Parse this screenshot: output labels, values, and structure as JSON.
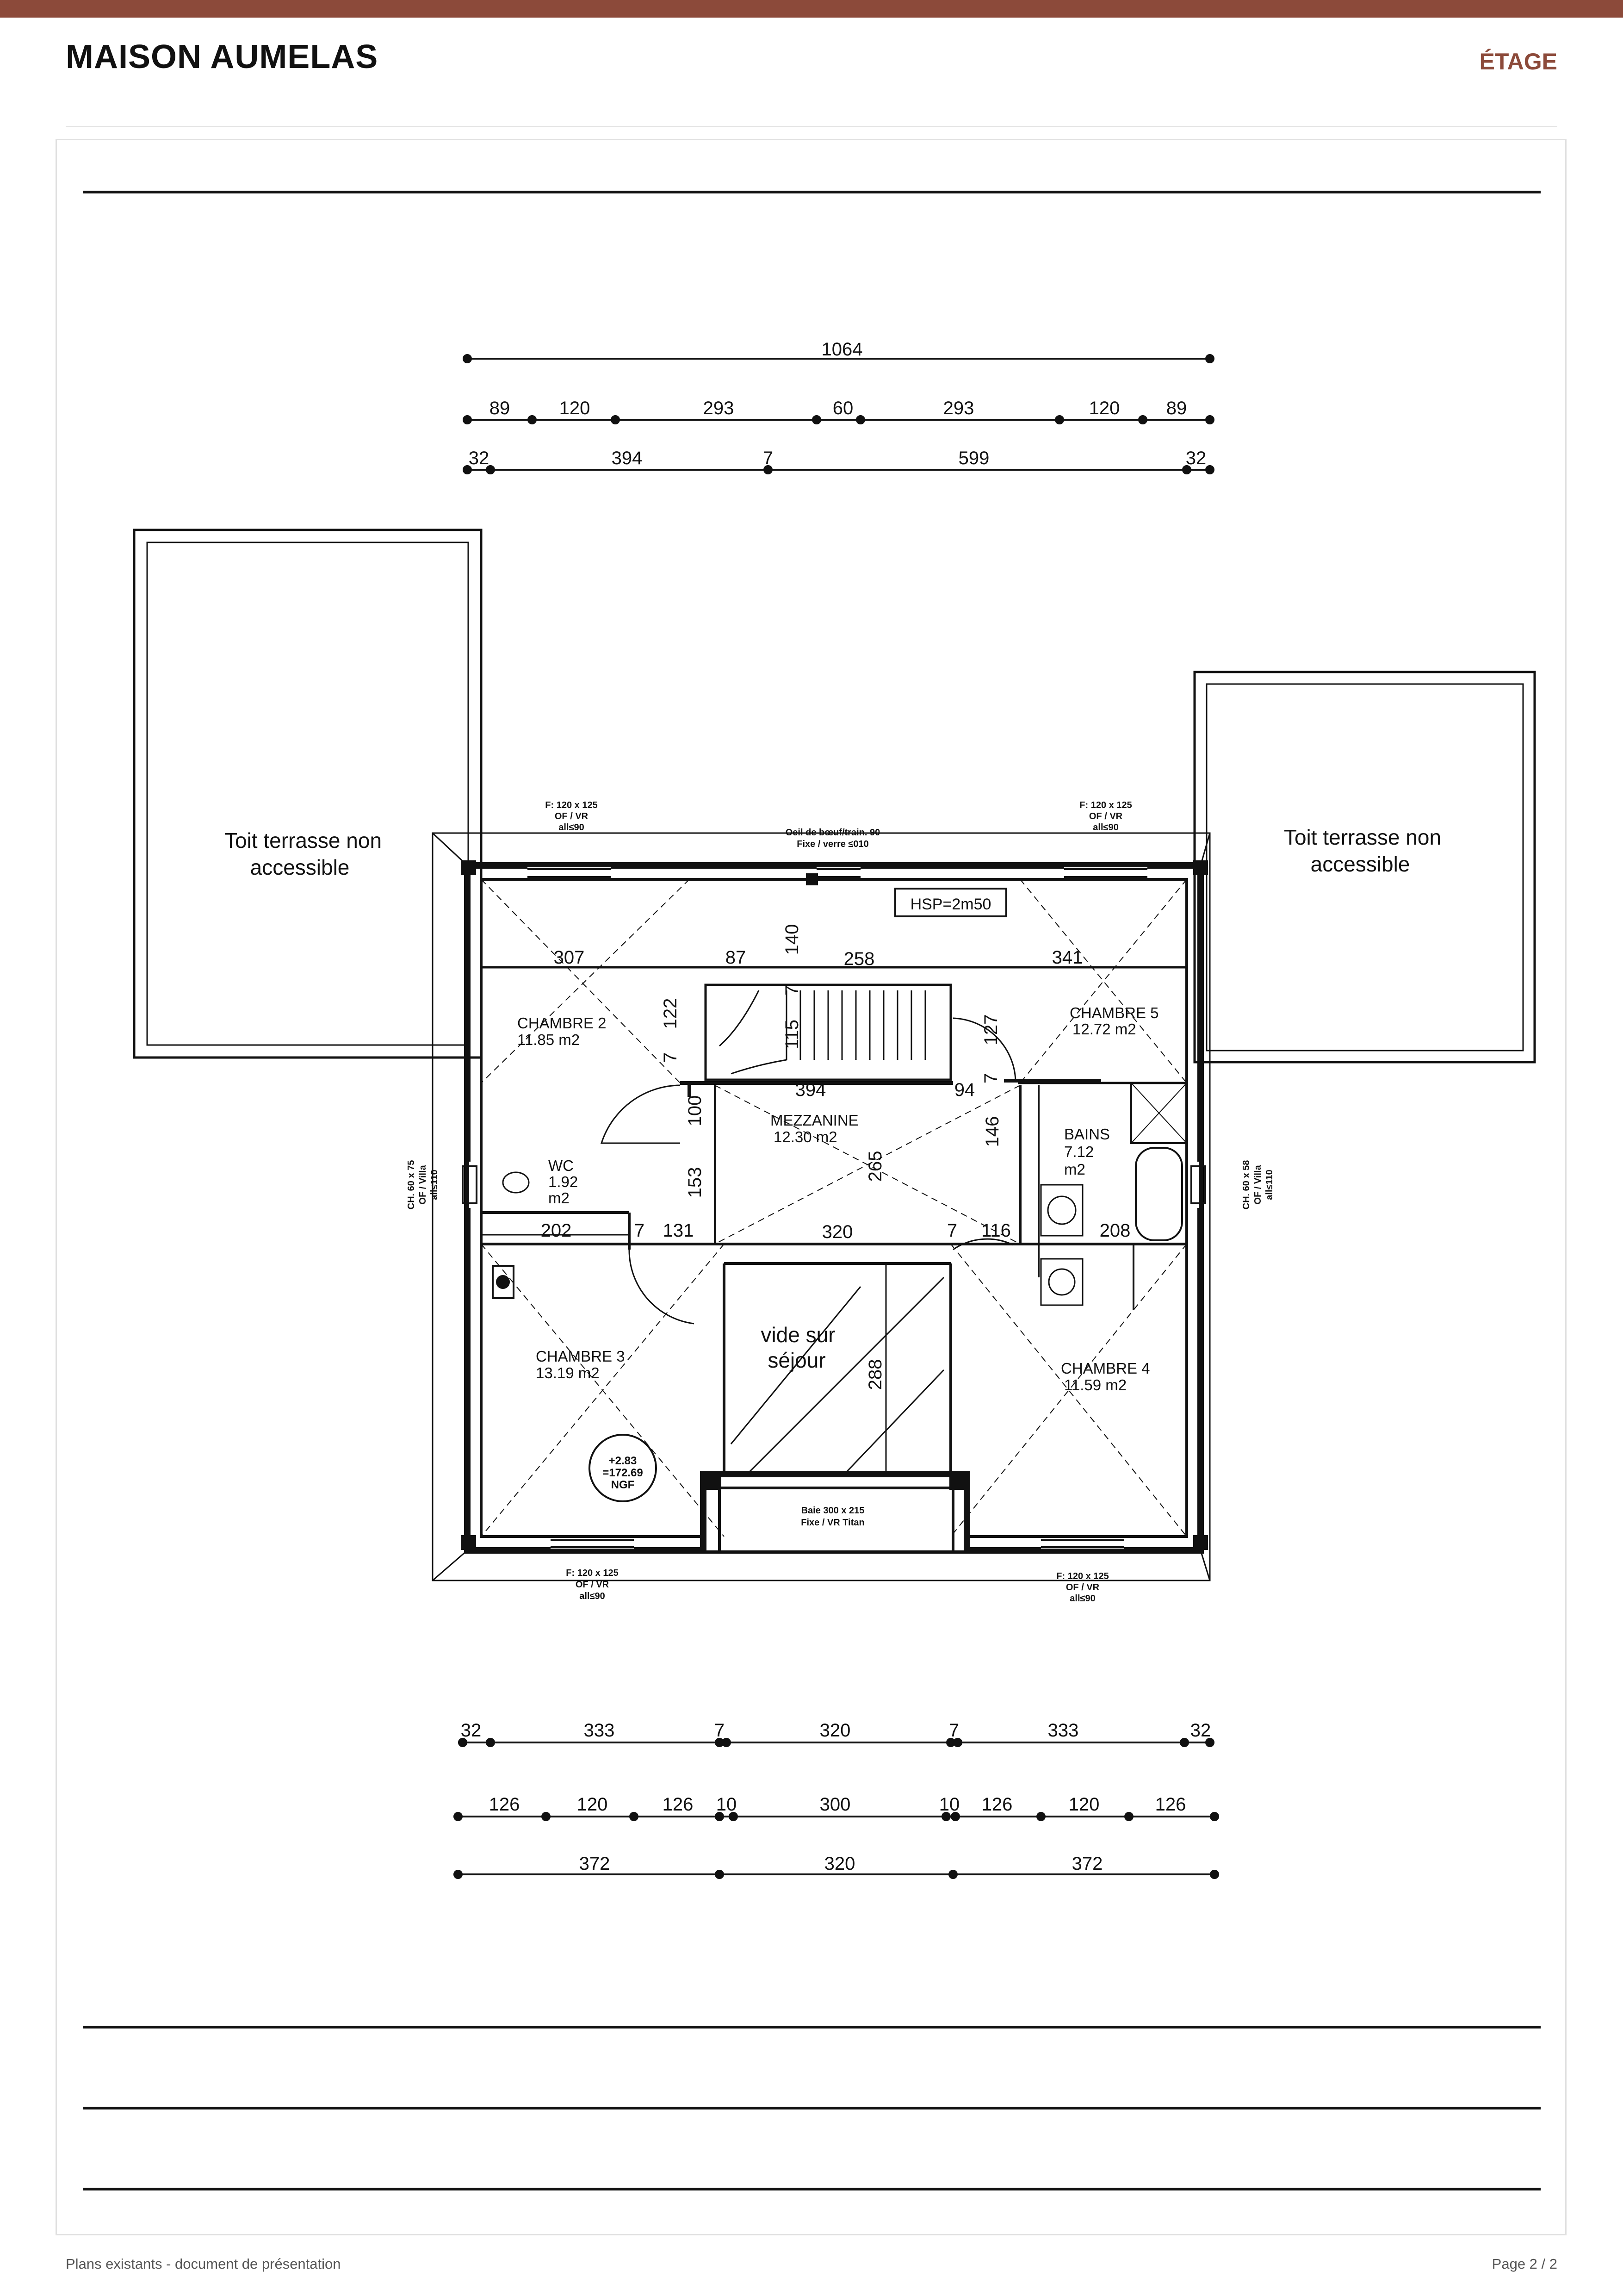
{
  "header": {
    "title": "MAISON AUMELAS",
    "section": "ÉTAGE"
  },
  "footer": {
    "left": "Plans existants - document de présentation",
    "right": "Page 2 / 2"
  },
  "colors": {
    "accent": "#8c4a3a",
    "line": "#111111",
    "frame": "#e0e0e0"
  },
  "plan": {
    "dim_top": {
      "total": "1064",
      "row2": [
        "89",
        "120",
        "293",
        "60",
        "293",
        "120",
        "89"
      ],
      "row3": [
        "32",
        "394",
        "7",
        "599",
        "32"
      ]
    },
    "dim_bottom": {
      "row1": [
        "32",
        "333",
        "7",
        "320",
        "7",
        "333",
        "32"
      ],
      "row2": [
        "126",
        "120",
        "126",
        "10",
        "300",
        "10",
        "126",
        "120",
        "126"
      ],
      "row3": [
        "372",
        "320",
        "372"
      ]
    },
    "terrace_left": [
      "Toit terrasse non",
      "accessible"
    ],
    "terrace_right": [
      "Toit terrasse non",
      "accessible"
    ],
    "rooms": {
      "chambre2": [
        "CHAMBRE 2",
        "11.85 m2"
      ],
      "chambre5": [
        "CHAMBRE 5",
        "12.72 m2"
      ],
      "mezzanine": [
        "MEZZANINE",
        "12.30 m2"
      ],
      "bains": [
        "BAINS",
        "7.12",
        "m2"
      ],
      "wc": [
        "WC",
        "1.92",
        "m2"
      ],
      "chambre3": [
        "CHAMBRE 3",
        "13.19 m2"
      ],
      "chambre4": [
        "CHAMBRE 4",
        "11.59 m2"
      ],
      "vide": [
        "vide sur",
        "séjour"
      ]
    },
    "hsp": "HSP=2m50",
    "level_mark": [
      "+2.83",
      "=172.69",
      "NGF"
    ],
    "windows": {
      "top_left": [
        "F: 120 x 125",
        "OF / VR",
        "all≤90"
      ],
      "top_center": [
        "Oeil de bœuf/train. 90",
        "Fixe / verre ≤010"
      ],
      "top_right": [
        "F: 120 x 125",
        "OF / VR",
        "all≤90"
      ],
      "bottom_left": [
        "F: 120 x 125",
        "OF / VR",
        "all≤90"
      ],
      "bottom_center": [
        "Baie 300 x 215",
        "Fixe / VR Titan"
      ],
      "bottom_right": [
        "F: 120 x 125",
        "OF / VR",
        "all≤90"
      ],
      "left_side": [
        "CH. 60 x 75",
        "OF / Villa",
        "all≤110"
      ],
      "right_side": [
        "CH. 60 x 58",
        "OF / Villa",
        "all≤110"
      ]
    },
    "interior_dims": {
      "d307": "307",
      "d87": "87",
      "d140": "140",
      "d258": "258",
      "d341": "341",
      "d122": "122",
      "d7a": "7",
      "d115": "115",
      "d7b": "7",
      "d127": "127",
      "d394": "394",
      "d94": "94",
      "d7c": "7",
      "d100": "100",
      "d146": "146",
      "d153": "153",
      "d265": "265",
      "d202": "202",
      "d7d": "7",
      "d131": "131",
      "d320": "320",
      "d7e": "7",
      "d116": "116",
      "d208": "208",
      "d288": "288"
    }
  }
}
